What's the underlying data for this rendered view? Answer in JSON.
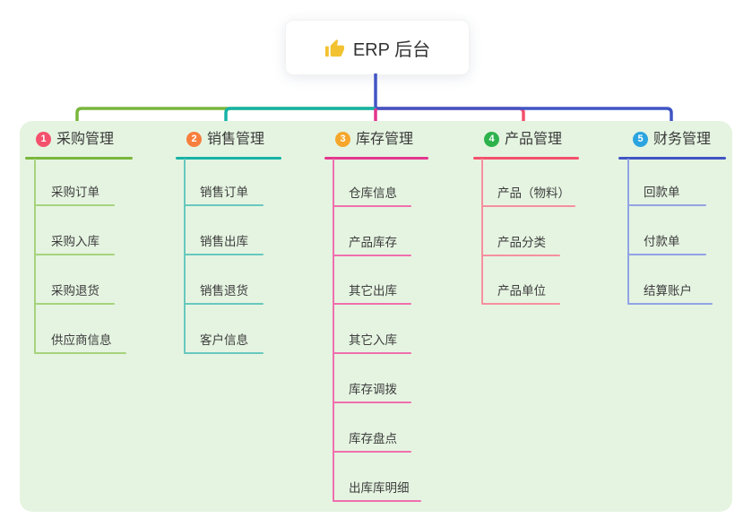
{
  "root": {
    "title": "ERP 后台",
    "icon": "thumbs-up-icon",
    "icon_color": "#f2c230"
  },
  "canvas": {
    "background": "#e5f4e1"
  },
  "branches": [
    {
      "badge": "1",
      "badge_color": "#f4516c",
      "label": "采购管理",
      "line_color": "#7ab63c",
      "children": [
        "采购订单",
        "采购入库",
        "采购退货",
        "供应商信息"
      ]
    },
    {
      "badge": "2",
      "badge_color": "#f77e3c",
      "label": "销售管理",
      "line_color": "#17b3a6",
      "children": [
        "销售订单",
        "销售出库",
        "销售退货",
        "客户信息"
      ]
    },
    {
      "badge": "3",
      "badge_color": "#f5a62b",
      "label": "库存管理",
      "line_color": "#e3368e",
      "children": [
        "仓库信息",
        "产品库存",
        "其它出库",
        "其它入库",
        "库存调拨",
        "库存盘点",
        "出库库明细"
      ]
    },
    {
      "badge": "4",
      "badge_color": "#2eb24c",
      "label": "产品管理",
      "line_color": "#f4516c",
      "children": [
        "产品（物料）",
        "产品分类",
        "产品单位"
      ]
    },
    {
      "badge": "5",
      "badge_color": "#2ba4df",
      "label": "财务管理",
      "line_color": "#4155c4",
      "children": [
        "回款单",
        "付款单",
        "结算账户"
      ]
    }
  ]
}
